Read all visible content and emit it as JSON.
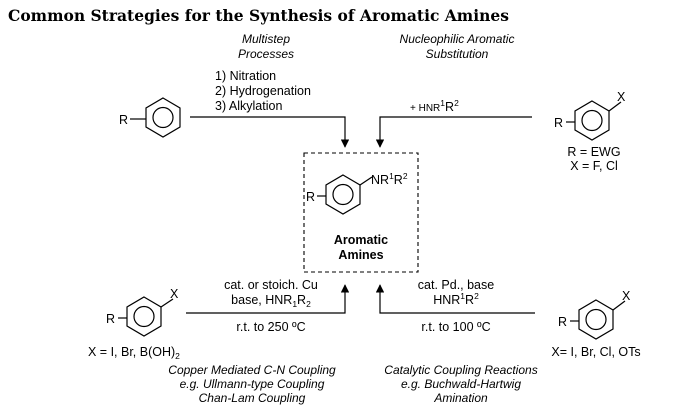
{
  "title": "Common Strategies for the Synthesis of Aromatic Amines",
  "center": {
    "substituent": "NR",
    "sup1": "1",
    "mid": "R",
    "sup2": "2",
    "r_label": "R",
    "name_line1": "Aromatic",
    "name_line2": "Amines"
  },
  "top_left": {
    "heading_line1": "Multistep",
    "heading_line2": "Processes",
    "steps": [
      "1) Nitration",
      "2) Hydrogenation",
      "3) Alkylation"
    ],
    "r_label": "R"
  },
  "top_right": {
    "heading_line1": "Nucleophilic Aromatic",
    "heading_line2": "Substitution",
    "reagent_prefix": "+ HNR",
    "reagent_sup1": "1",
    "reagent_mid": "R",
    "reagent_sup2": "2",
    "r_label": "R",
    "x_label": "X",
    "cond_line1": "R = EWG",
    "cond_line2": "X = F, Cl"
  },
  "bottom_left": {
    "reagent_line1": "cat. or stoich. Cu",
    "reagent_line2_prefix": "base, HNR",
    "reagent_line2_sub1": "1",
    "reagent_line2_mid": "R",
    "reagent_line2_sub2": "2",
    "temp": "r.t. to 250 ºC",
    "r_label": "R",
    "x_label": "X",
    "x_def_prefix": "X = I, Br, B(OH)",
    "x_def_sub": "2",
    "caption_line1": "Copper Mediated C-N Coupling",
    "caption_line2": "e.g. Ullmann-type Coupling",
    "caption_line3": "Chan-Lam Coupling"
  },
  "bottom_right": {
    "reagent_line1": "cat. Pd., base",
    "reagent_line2_prefix": "HNR",
    "reagent_line2_sup1": "1",
    "reagent_line2_mid": "R",
    "reagent_line2_sup2": "2",
    "temp": "r.t. to 100 ºC",
    "r_label": "R",
    "x_label": "X",
    "x_def": "X= I, Br, Cl, OTs",
    "caption_line1": "Catalytic Coupling Reactions",
    "caption_line2": "e.g. Buchwald-Hartwig",
    "caption_line3": "Amination"
  }
}
